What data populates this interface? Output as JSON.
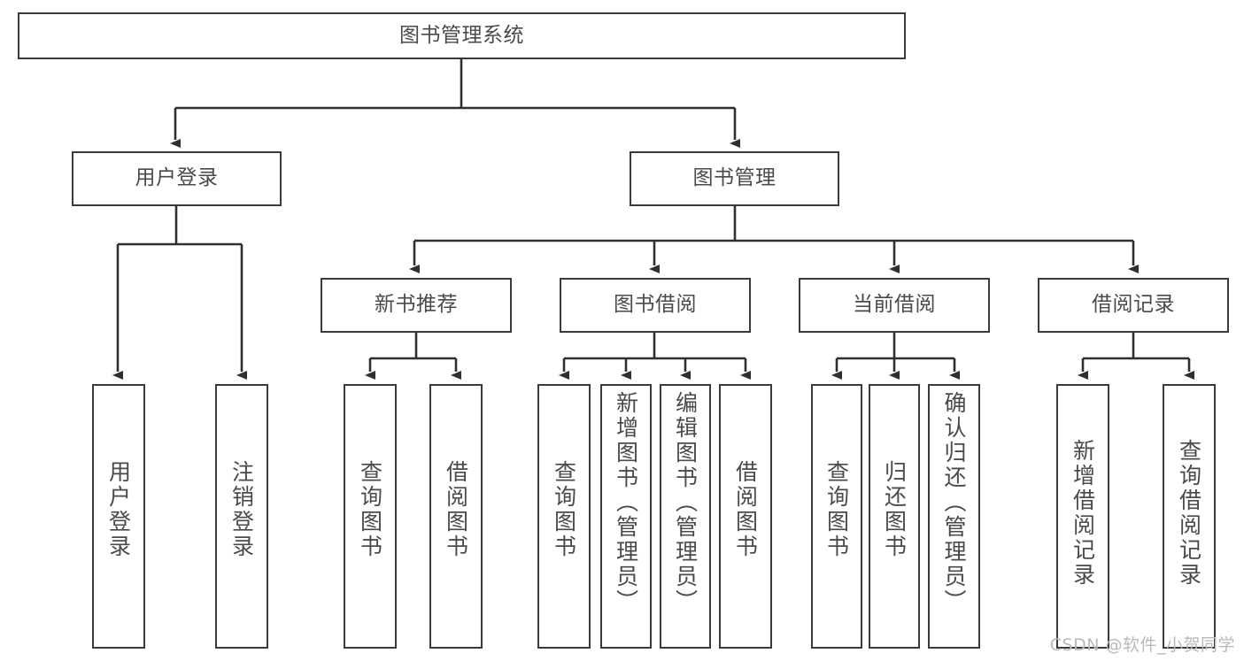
{
  "diagram": {
    "type": "tree",
    "title": "图书管理系统",
    "colors": {
      "box_border": "#3a3a3a",
      "box_fill": "#ffffff",
      "connector": "#2f2f2f",
      "text": "#4a4a4a",
      "watermark": "#b9b9b9",
      "background": "#ffffff"
    },
    "root": {
      "label": "图书管理系统"
    },
    "level1": [
      {
        "label": "用户登录"
      },
      {
        "label": "图书管理"
      }
    ],
    "level2": [
      {
        "label": "新书推荐"
      },
      {
        "label": "图书借阅"
      },
      {
        "label": "当前借阅"
      },
      {
        "label": "借阅记录"
      }
    ],
    "leaves": {
      "user_login": [
        {
          "label": "用户登录"
        },
        {
          "label": "注销登录"
        }
      ],
      "new_book_recommend": [
        {
          "label": "查询图书"
        },
        {
          "label": "借阅图书"
        }
      ],
      "book_borrow": [
        {
          "label": "查询图书"
        },
        {
          "label": "新增图书（管理员）"
        },
        {
          "label": "编辑图书（管理员）"
        },
        {
          "label": "借阅图书"
        }
      ],
      "current_borrow": [
        {
          "label": "查询图书"
        },
        {
          "label": "归还图书"
        },
        {
          "label": "确认归还（管理员）"
        }
      ],
      "borrow_record": [
        {
          "label": "新增借阅记录"
        },
        {
          "label": "查询借阅记录"
        }
      ]
    },
    "watermark": "CSDN @软件_小贺同学"
  }
}
